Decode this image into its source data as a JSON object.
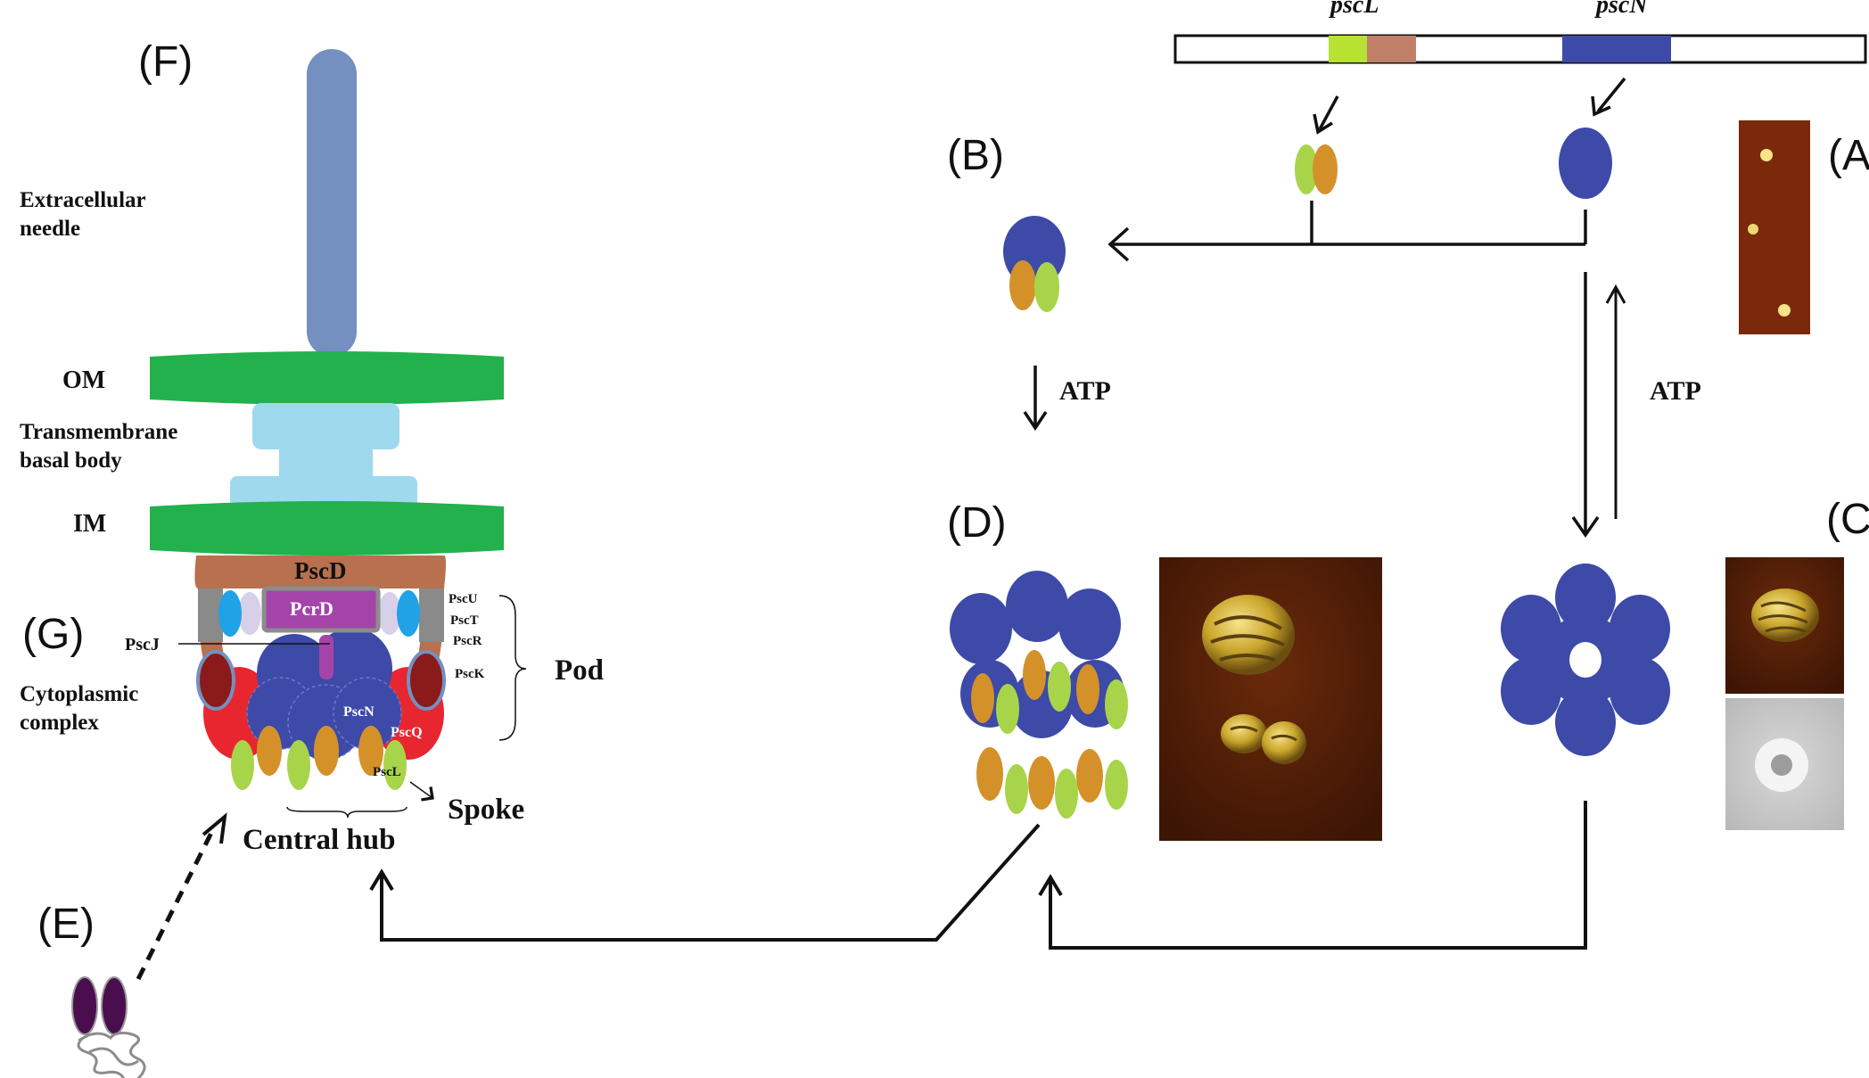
{
  "panels": {
    "A": "(A",
    "B": "(B)",
    "C": "(C",
    "D": "(D)",
    "E": "(E)",
    "F": "(F)",
    "G": "(G)"
  },
  "genes": {
    "pscL": "pscL",
    "pscN": "pscN"
  },
  "arrows": {
    "atp_left": "ATP",
    "atp_right": "ATP"
  },
  "structure": {
    "extracellular_needle": [
      "Extracellular",
      "needle"
    ],
    "om": "OM",
    "transmembrane": [
      "Transmembrane",
      "basal body"
    ],
    "im": "IM",
    "cytoplasmic_complex": [
      "Cytoplasmic",
      "complex"
    ],
    "pscD": "PscD",
    "pcrD": "PcrD",
    "pscJ": "PscJ",
    "pscN_inner": "PscN",
    "pscQ": "PscQ",
    "pscL_inner": "PscL",
    "pod_components": [
      "PscU",
      "PscT",
      "PscR",
      "PscK"
    ],
    "pod": "Pod",
    "spoke": "Spoke",
    "central_hub": "Central hub"
  },
  "colors": {
    "pscN_blue": "#3d4aa8",
    "pscL_green": "#a8d44a",
    "orange": "#d4912a",
    "membrane_green": "#22b14c",
    "needle_blue": "#7390c0",
    "basal_light_blue": "#9fd9ee",
    "pscD_brown": "#b8704e",
    "pcrD_purple": "#a544a8",
    "pscQ_red": "#e8262f",
    "dark_red": "#8b1a1a"
  },
  "icons": [
    "arrow-icon",
    "hexamer-ring-icon",
    "afm-image-icon",
    "em-image-icon",
    "dimer-icon"
  ]
}
